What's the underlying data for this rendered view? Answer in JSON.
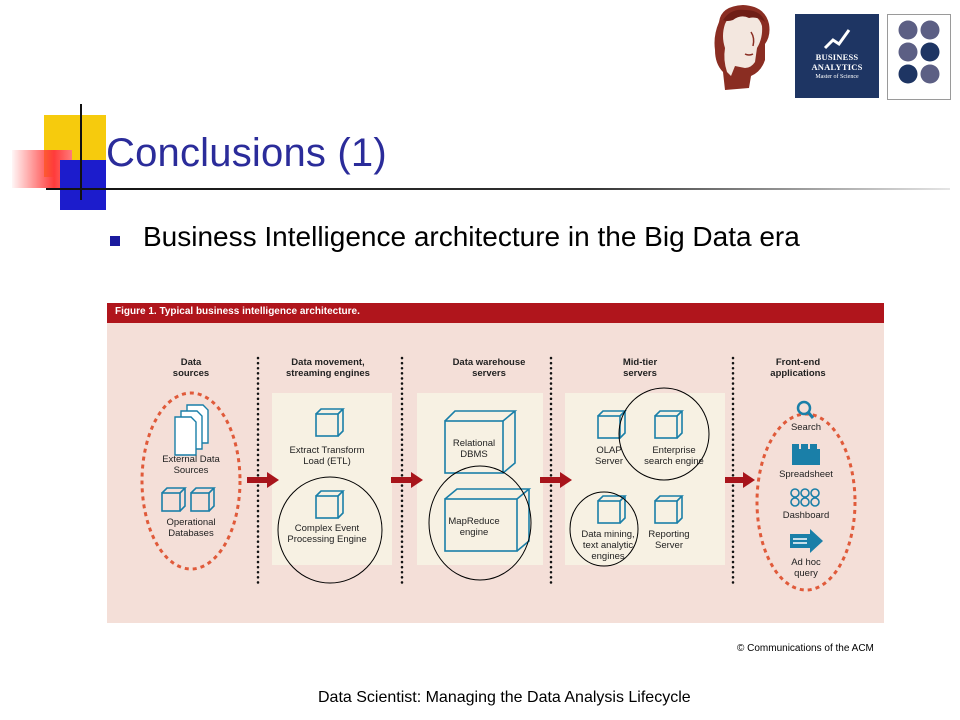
{
  "slide": {
    "title": "Conclusions (1)",
    "bullet": "Business Intelligence architecture in the Big Data era",
    "copyright": "© Communications of the ACM",
    "footer": "Data Scientist: Managing the Data Analysis Lifecycle"
  },
  "logos": {
    "business_analytics": {
      "line1": "BUSINESS",
      "line2": "ANALYTICS",
      "line3": "Master of Science"
    }
  },
  "figure": {
    "caption": "Figure 1. Typical business intelligence architecture.",
    "sections": [
      {
        "line1": "Data",
        "line2": "sources"
      },
      {
        "line1": "Data movement,",
        "line2": "streaming engines"
      },
      {
        "line1": "Data warehouse",
        "line2": "servers"
      },
      {
        "line1": "Mid-tier",
        "line2": "servers"
      },
      {
        "line1": "Front-end",
        "line2": "applications"
      }
    ],
    "sources": [
      {
        "line1": "External Data",
        "line2": "Sources"
      },
      {
        "line1": "Operational",
        "line2": "Databases"
      }
    ],
    "movement": [
      {
        "line1": "Extract Transform",
        "line2": "Load (ETL)"
      },
      {
        "line1": "Complex Event",
        "line2": "Processing Engine"
      }
    ],
    "warehouse": [
      {
        "line1": "Relational",
        "line2": "DBMS"
      },
      {
        "line1": "MapReduce",
        "line2": "engine"
      }
    ],
    "midtier": [
      {
        "line1": "OLAP",
        "line2": "Server",
        "line3": ""
      },
      {
        "line1": "Enterprise",
        "line2": "search engine",
        "line3": ""
      },
      {
        "line1": "Data mining,",
        "line2": "text analytic",
        "line3": "engines"
      },
      {
        "line1": "Reporting",
        "line2": "Server",
        "line3": ""
      }
    ],
    "frontend": [
      {
        "label": "Search"
      },
      {
        "label": "Spreadsheet"
      },
      {
        "label": "Dashboard"
      },
      {
        "line1": "Ad hoc",
        "line2": "query"
      }
    ],
    "colors": {
      "header": "#b0151c",
      "arrow": "#a8141b",
      "ellipse": "#e05a3a",
      "cube": "#1a7fa8"
    }
  }
}
